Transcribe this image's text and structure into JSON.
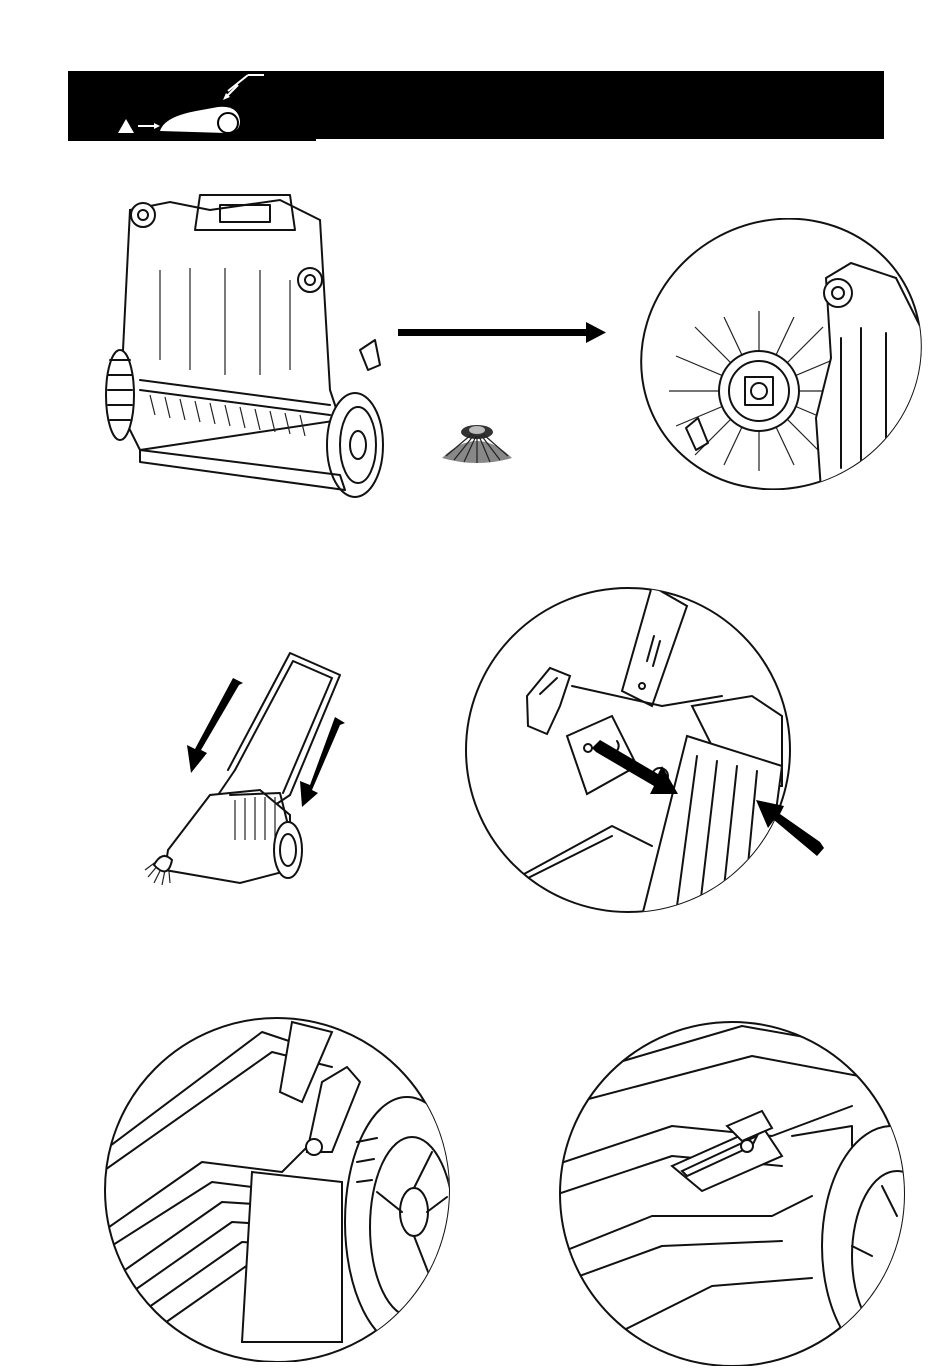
{
  "page": {
    "header_band": {
      "background": "#000000",
      "logo_icon": "sweeper-logo-icon"
    },
    "illustrations": [
      {
        "id": "sweeper-rear-view",
        "icon": "sweeper-underside-drawing"
      },
      {
        "id": "side-brush-part",
        "icon": "side-brush-icon"
      },
      {
        "id": "brush-attach-detail",
        "icon": "brush-mount-closeup"
      },
      {
        "id": "handle-insert-overview",
        "icon": "handle-assembly-drawing"
      },
      {
        "id": "handle-slot-detail",
        "icon": "handle-slot-closeup"
      },
      {
        "id": "clip-closed-detail",
        "icon": "handle-clip-closeup-left"
      },
      {
        "id": "clip-lever-detail",
        "icon": "handle-clip-closeup-right"
      }
    ],
    "arrow_color": "#000000"
  }
}
